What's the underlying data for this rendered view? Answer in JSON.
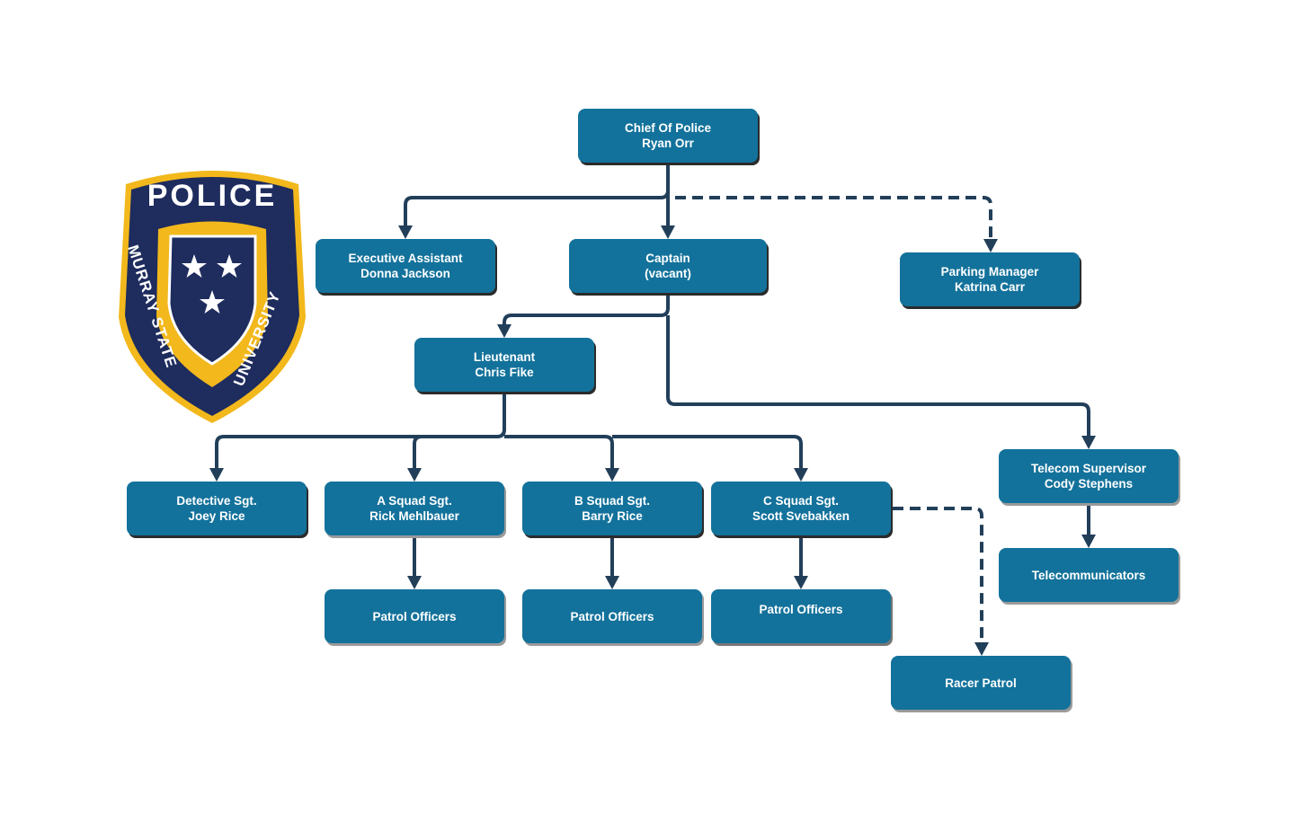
{
  "chart_data": {
    "type": "org-chart",
    "title": "",
    "nodes": [
      {
        "id": "chief",
        "title": "Chief Of Police",
        "name": "Ryan Orr"
      },
      {
        "id": "exec",
        "title": "Executive Assistant",
        "name": "Donna Jackson"
      },
      {
        "id": "captain",
        "title": "Captain",
        "name": "(vacant)"
      },
      {
        "id": "parking",
        "title": "Parking Manager",
        "name": "Katrina Carr"
      },
      {
        "id": "lieutenant",
        "title": "Lieutenant",
        "name": "Chris Fike"
      },
      {
        "id": "detective",
        "title": "Detective Sgt.",
        "name": "Joey Rice"
      },
      {
        "id": "asquad",
        "title": "A Squad Sgt.",
        "name": "Rick Mehlbauer"
      },
      {
        "id": "bsquad",
        "title": "B Squad Sgt.",
        "name": "Barry Rice"
      },
      {
        "id": "csquad",
        "title": "C Squad Sgt.",
        "name": "Scott Svebakken"
      },
      {
        "id": "telecomsup",
        "title": "Telecom Supervisor",
        "name": "Cody Stephens"
      },
      {
        "id": "patrol_a",
        "title": "Patrol Officers",
        "name": ""
      },
      {
        "id": "patrol_b",
        "title": "Patrol Officers",
        "name": ""
      },
      {
        "id": "patrol_c",
        "title": "Patrol Officers",
        "name": ""
      },
      {
        "id": "telecomm",
        "title": "Telecommunicators",
        "name": ""
      },
      {
        "id": "racer",
        "title": "Racer Patrol",
        "name": ""
      }
    ],
    "edges": [
      {
        "from": "chief",
        "to": "exec",
        "style": "solid"
      },
      {
        "from": "chief",
        "to": "captain",
        "style": "solid"
      },
      {
        "from": "chief",
        "to": "parking",
        "style": "dashed"
      },
      {
        "from": "captain",
        "to": "lieutenant",
        "style": "solid"
      },
      {
        "from": "captain",
        "to": "telecomsup",
        "style": "solid"
      },
      {
        "from": "lieutenant",
        "to": "detective",
        "style": "solid"
      },
      {
        "from": "lieutenant",
        "to": "asquad",
        "style": "solid"
      },
      {
        "from": "lieutenant",
        "to": "bsquad",
        "style": "solid"
      },
      {
        "from": "lieutenant",
        "to": "csquad",
        "style": "solid"
      },
      {
        "from": "asquad",
        "to": "patrol_a",
        "style": "solid"
      },
      {
        "from": "bsquad",
        "to": "patrol_b",
        "style": "solid"
      },
      {
        "from": "csquad",
        "to": "patrol_c",
        "style": "solid"
      },
      {
        "from": "csquad",
        "to": "racer",
        "style": "dashed"
      },
      {
        "from": "telecomsup",
        "to": "telecomm",
        "style": "solid"
      }
    ]
  },
  "colors": {
    "node_fill": "#13729b",
    "node_text": "#ffffff",
    "connector": "#223f5a",
    "badge_navy": "#1e2c5e",
    "badge_gold": "#f2b81c"
  },
  "logo": {
    "top_text": "POLICE",
    "left_text": "MURRAY STATE",
    "right_text": "UNIVERSITY",
    "stars": 3
  }
}
